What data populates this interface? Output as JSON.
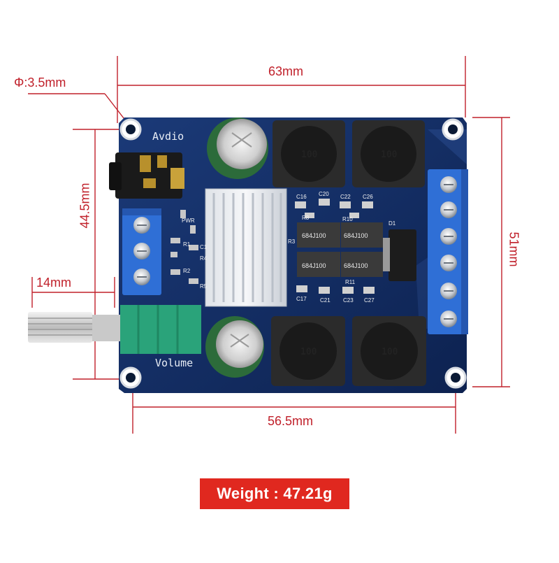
{
  "dimensions": {
    "hole": "Φ:3.5mm",
    "width_top": "63mm",
    "height_left": "44.5mm",
    "knob": "14mm",
    "height_right": "51mm",
    "width_bottom": "56.5mm"
  },
  "board": {
    "silk_audio": "Avdio",
    "silk_volume": "Volume",
    "inductor_marking": "100",
    "cap_code": "684J100",
    "refs": [
      "C16",
      "C20",
      "C22",
      "C26",
      "R8",
      "R10",
      "D1",
      "C17",
      "C21",
      "C23",
      "C27",
      "R11",
      "PWR",
      "R1",
      "R2",
      "R3",
      "R4",
      "R5",
      "C1"
    ]
  },
  "weight": "Weight : 47.21g",
  "colors": {
    "dimension": "#c0202a",
    "pcb": "#0f2a5a",
    "terminal": "#2f6fd6",
    "potentiometer": "#2aa37a",
    "badge": "#e0281f"
  }
}
